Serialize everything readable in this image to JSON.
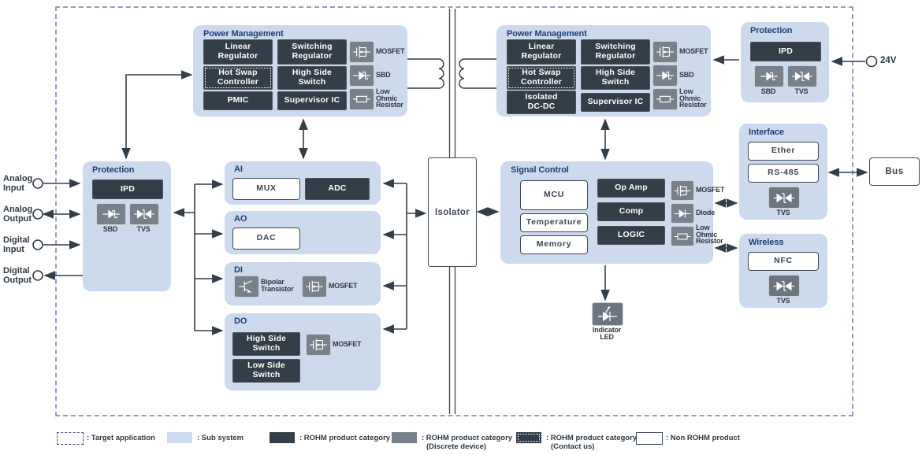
{
  "colors": {
    "accent_blue": "#1d4076",
    "subsystem": "#cdd9ec",
    "product_dark": "#333e48",
    "discrete_gray": "#76818b",
    "dashed_frame": "#989dc0"
  },
  "pm_left": {
    "title": "Power Management",
    "boxes": [
      "Linear\nRegulator",
      "Switching\nRegulator",
      "Hot Swap\nController",
      "High Side\nSwitch",
      "PMIC",
      "Supervisor IC"
    ],
    "icon_labels": [
      "MOSFET",
      "SBD",
      "Low\nOhmic\nResistor"
    ]
  },
  "pm_right": {
    "title": "Power Management",
    "boxes": [
      "Linear\nRegulator",
      "Switching\nRegulator",
      "Hot Swap\nController",
      "High Side\nSwitch",
      "Isolated\nDC-DC",
      "Supervisor IC"
    ],
    "icon_labels": [
      "MOSFET",
      "SBD",
      "Low\nOhmic\nResistor"
    ]
  },
  "protection_top": {
    "title": "Protection",
    "ipd": "IPD",
    "sbd": "SBD",
    "tvs": "TVS"
  },
  "protection_left": {
    "title": "Protection",
    "ipd": "IPD",
    "sbd": "SBD",
    "tvs": "TVS"
  },
  "supply": {
    "label": "24V"
  },
  "terminals": [
    {
      "label": "Analog\nInput"
    },
    {
      "label": "Analog\nOutput"
    },
    {
      "label": "Digital\nInput"
    },
    {
      "label": "Digital\nOutput"
    }
  ],
  "ai": {
    "title": "AI",
    "mux": "MUX",
    "adc": "ADC"
  },
  "ao": {
    "title": "AO",
    "dac": "DAC"
  },
  "di": {
    "title": "DI",
    "bipolar": "Bipolar\nTransistor",
    "mosfet": "MOSFET"
  },
  "do": {
    "title": "DO",
    "hss": "High Side\nSwitch",
    "lss": "Low Side\nSwitch",
    "mosfet": "MOSFET"
  },
  "isolator": {
    "label": "Isolator"
  },
  "signal_control": {
    "title": "Signal Control",
    "mcu": "MCU",
    "temperature": "Temperature",
    "memory": "Memory",
    "opamp": "Op Amp",
    "comp": "Comp",
    "logic": "LOGIC",
    "icon_labels": [
      "MOSFET",
      "Diode",
      "Low\nOhmic\nResistor"
    ]
  },
  "indicator_led": {
    "label": "Indicator\nLED"
  },
  "interface": {
    "title": "Interface",
    "ether": "Ether",
    "rs485": "RS-485",
    "tvs": "TVS"
  },
  "wireless": {
    "title": "Wireless",
    "nfc": "NFC",
    "tvs": "TVS"
  },
  "bus": {
    "label": "Bus"
  },
  "legend": [
    {
      "label": ": Target application"
    },
    {
      "label": ": Sub system"
    },
    {
      "label": ": ROHM product category"
    },
    {
      "label": ": ROHM product category",
      "sublabel": "(Discrete device)"
    },
    {
      "label": ": ROHM product category",
      "sublabel": "(Contact us)"
    },
    {
      "label": ": Non ROHM product"
    }
  ]
}
